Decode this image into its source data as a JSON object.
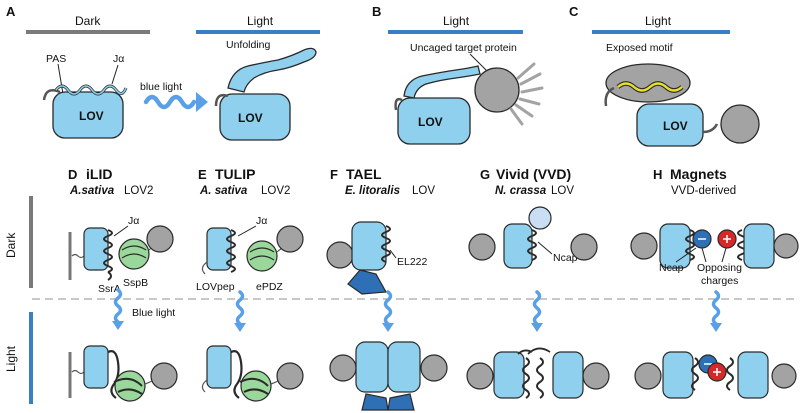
{
  "colors": {
    "lov_fill": "#8fd0ee",
    "lov_stroke": "#2a2a2a",
    "dark_bar": "#7a7a7a",
    "light_bar": "#3a7fc4",
    "wave": "#5aa0e8",
    "grey_ball": "#a3a3a3",
    "sspb_fill": "#9ad79a",
    "el222_fill": "#2f6fb5",
    "neg_charge": "#2f6fb5",
    "pos_charge": "#d62828",
    "motif": "#e8e02a"
  },
  "top": {
    "A": {
      "letter": "A",
      "dark_label": "Dark",
      "light_label": "Light",
      "pas": "PAS",
      "ja": "Jα",
      "lov": "LOV",
      "lov2": "LOV",
      "blue_light": "blue light",
      "unfolding": "Unfolding"
    },
    "B": {
      "letter": "B",
      "light_label": "Light",
      "target": "Uncaged target protein",
      "lov": "LOV"
    },
    "C": {
      "letter": "C",
      "light_label": "Light",
      "motif": "Exposed motif",
      "lov": "LOV"
    }
  },
  "systems": [
    {
      "letter": "D",
      "name": "iLID",
      "origin_species": "A.sativa",
      "origin_domain": "LOV2"
    },
    {
      "letter": "E",
      "name": "TULIP",
      "origin_species": "A. sativa",
      "origin_domain": "LOV2"
    },
    {
      "letter": "F",
      "name": "TAEL",
      "origin_species": "E. litoralis",
      "origin_domain": "LOV"
    },
    {
      "letter": "G",
      "name": "Vivid (VVD)",
      "origin_species": "N. crassa",
      "origin_domain": "LOV"
    },
    {
      "letter": "H",
      "name": "Magnets",
      "origin_species": "",
      "origin_domain": "VVD-derived"
    }
  ],
  "rows": {
    "dark": "Dark",
    "light": "Light"
  },
  "labels": {
    "ja_d": "Jα",
    "ssra": "SsrA",
    "sspb": "SspB",
    "blue_light": "Blue light",
    "ja_e": "Jα",
    "lovpep": "LOVpep",
    "epdz": "ePDZ",
    "el222": "EL222",
    "ncap_g": "Ncap",
    "ncap_h": "Ncap",
    "opposing": "Opposing",
    "charges": "charges"
  }
}
